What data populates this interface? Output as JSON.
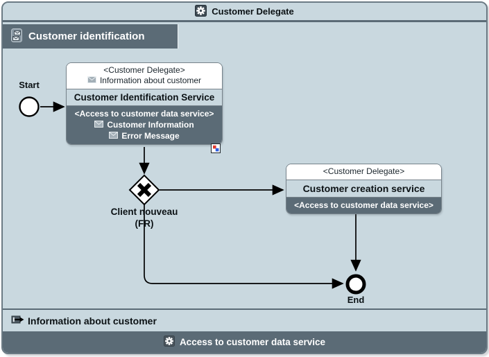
{
  "window": {
    "title": "Customer Delegate"
  },
  "lane": {
    "title": "Customer identification"
  },
  "nodes": {
    "start": {
      "label": "Start"
    },
    "identification_task": {
      "actor": "<Customer Delegate>",
      "input_message": "Information about customer",
      "name": "Customer Identification Service",
      "service": "<Access to customer data service>",
      "messages": [
        "Customer Information",
        "Error Message"
      ]
    },
    "gateway": {
      "label": "Client nouveau",
      "sublabel": "(FR)"
    },
    "creation_task": {
      "actor": "<Customer Delegate>",
      "name": "Customer creation service",
      "service": "<Access to customer data service>"
    },
    "end": {
      "label": "End"
    }
  },
  "footer": {
    "data_label": "Information about customer",
    "service_label": "Access to customer data service"
  },
  "colors": {
    "background": "#c9d8df",
    "dark_slate": "#5b6b76",
    "connector_red": "#e03a2f",
    "connector_blue": "#2f5fe0"
  }
}
